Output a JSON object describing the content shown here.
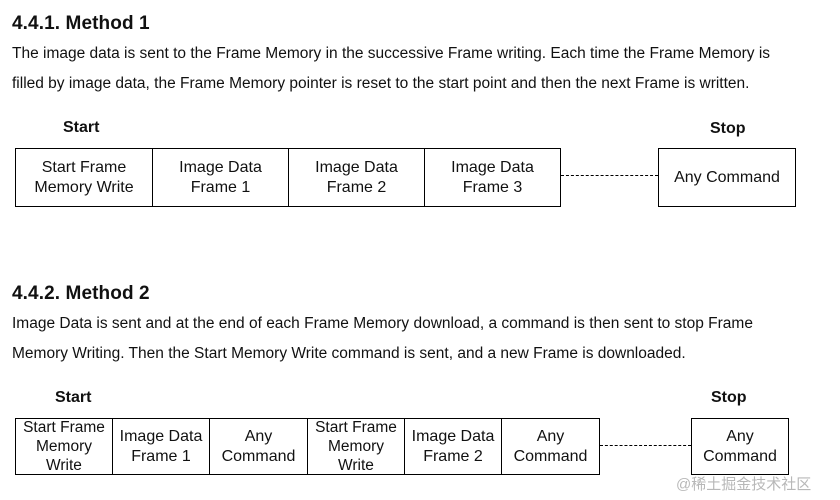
{
  "section1": {
    "heading": "4.4.1. Method 1",
    "paragraph_line1": "The image data is sent to the Frame Memory in the successive Frame writing. Each time the Frame Memory is",
    "paragraph_line2": "filled by image data, the Frame Memory pointer is reset to the start point and then the next Frame is written.",
    "start_label": "Start",
    "stop_label": "Stop",
    "boxes": [
      {
        "line1": "Start Frame",
        "line2": "Memory Write"
      },
      {
        "line1": "Image Data",
        "line2": "Frame 1"
      },
      {
        "line1": "Image Data",
        "line2": "Frame 2"
      },
      {
        "line1": "Image Data",
        "line2": "Frame 3"
      }
    ],
    "end_box": "Any Command"
  },
  "section2": {
    "heading": "4.4.2. Method 2",
    "paragraph_line1": "Image Data is sent and at the end of each Frame Memory download, a command is then sent to stop Frame",
    "paragraph_line2": "Memory Writing. Then the Start Memory Write command is sent, and a new Frame is downloaded.",
    "start_label": "Start",
    "stop_label": "Stop",
    "boxes": [
      {
        "line1": "Start Frame",
        "line2": "Memory",
        "line3": "Write"
      },
      {
        "line1": "Image Data",
        "line2": "Frame 1"
      },
      {
        "line1": "Any",
        "line2": "Command"
      },
      {
        "line1": "Start Frame",
        "line2": "Memory",
        "line3": "Write"
      },
      {
        "line1": "Image Data",
        "line2": "Frame 2"
      },
      {
        "line1": "Any",
        "line2": "Command"
      }
    ],
    "end_box": {
      "line1": "Any",
      "line2": "Command"
    }
  },
  "watermark": "@稀土掘金技术社区"
}
